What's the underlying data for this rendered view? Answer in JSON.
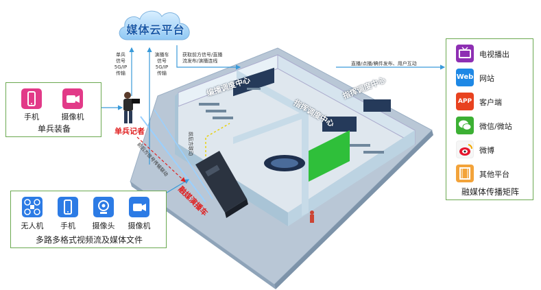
{
  "cloud": {
    "title": "媒体云平台"
  },
  "links": {
    "single_soldier_signal": [
      "单兵",
      "信号",
      "5G/IP",
      "传输"
    ],
    "van_signal": [
      "演播车",
      "信号",
      "5G/IP",
      "传输"
    ],
    "frontline_label": [
      "获取前方信号/直播",
      "流发布/演播连线"
    ],
    "output_label": "直播/点播/稿件发布、用户互动",
    "van_to_center": [
      "前后方联动"
    ],
    "reporter_to_van": "前后方信号传输联动"
  },
  "single_kit": {
    "items": [
      {
        "label": "手机",
        "icon": "phone-icon"
      },
      {
        "label": "摄像机",
        "icon": "camcorder-icon"
      }
    ],
    "caption": "单兵装备"
  },
  "reporter_label": "单兵记者",
  "van_label": "融媒演播车",
  "multi_source": {
    "items": [
      {
        "label": "无人机",
        "icon": "drone-icon"
      },
      {
        "label": "手机",
        "icon": "phone-icon"
      },
      {
        "label": "摄像头",
        "icon": "webcam-icon"
      },
      {
        "label": "摄像机",
        "icon": "camcorder-icon"
      }
    ],
    "caption": "多路多格式视频流及媒体文件"
  },
  "building": {
    "room_left": "编播调度中心",
    "room_right": "指挥调度中心",
    "room_front": "指挥调度中心"
  },
  "matrix": {
    "items": [
      {
        "label": "电视播出",
        "icon": "tv-icon",
        "color": "#8e2fb3"
      },
      {
        "label": "网站",
        "icon": "web-icon",
        "color": "#1e88e5"
      },
      {
        "label": "客户端",
        "icon": "app-icon",
        "color": "#e8421f"
      },
      {
        "label": "微信/微站",
        "icon": "wechat-icon",
        "color": "#3cb034"
      },
      {
        "label": "微博",
        "icon": "weibo-icon",
        "color": "#f2a900"
      },
      {
        "label": "其他平台",
        "icon": "film-icon",
        "color": "#f3a33a"
      }
    ],
    "caption": "融媒体传播矩阵"
  },
  "colors": {
    "accent": "#1a5aa8",
    "panel_border": "#6aa84f",
    "tile_blue": "#2c7be5",
    "tile_pink": "#e23a88",
    "red": "#e02020"
  }
}
